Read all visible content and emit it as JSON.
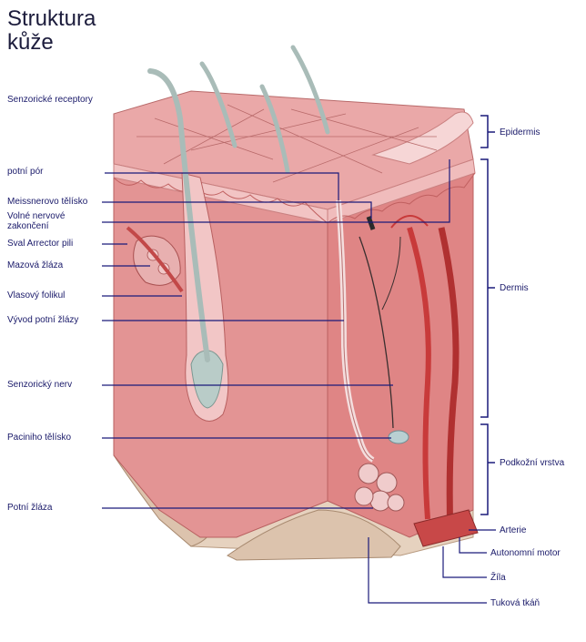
{
  "title": {
    "line1": "Struktura",
    "line2": "kůže"
  },
  "labels_left": {
    "sensory_receptors": "Senzorické receptory",
    "sweat_pore": "potní pór",
    "meissner": "Meissnerovo tělísko",
    "free_nerve_1": "Volné nervové",
    "free_nerve_2": "zakončení",
    "arrector": "Sval Arrector pili",
    "sebaceous": "Mazová žláza",
    "follicle": "Vlasový folikul",
    "sweat_duct": "Vývod potní žlázy",
    "sensory_nerve": "Senzorický nerv",
    "pacini": "Paciniho tělísko",
    "sweat_gland": "Potní žláza"
  },
  "labels_right": {
    "epidermis": "Epidermis",
    "dermis": "Dermis",
    "hypodermis": "Podkožní vrstva",
    "artery": "Arterie",
    "autonomic": "Autonomní motor",
    "vein": "Žíla",
    "fat": "Tuková tkáň"
  },
  "colors": {
    "skin_top": "#e8a3a3",
    "skin_side": "#e89090",
    "dermis": "#e88686",
    "fat": "#e0cbb8",
    "artery": "#c83a3a",
    "leader": "#1a1a7a",
    "hair": "#b9c8c4"
  }
}
